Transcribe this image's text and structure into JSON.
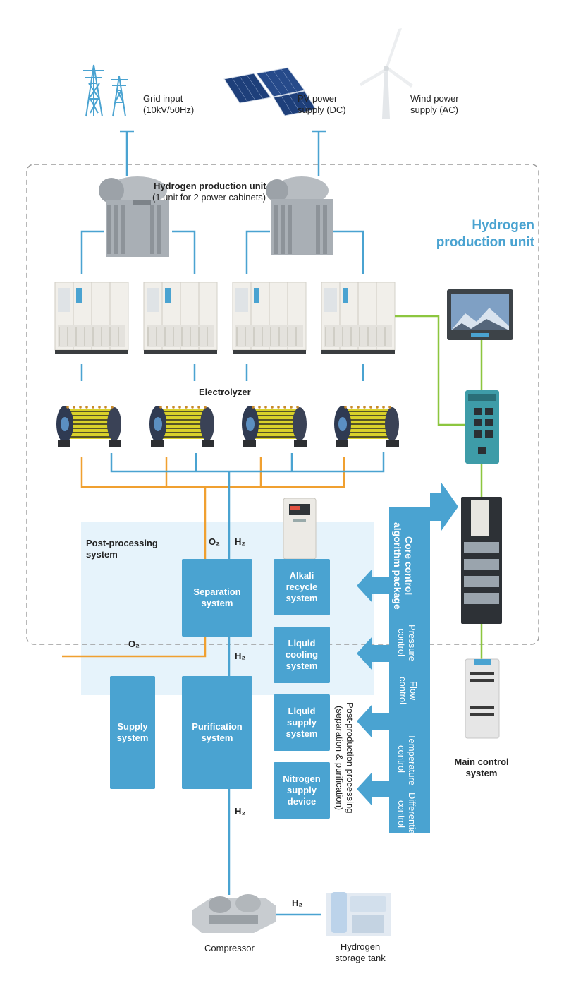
{
  "sources": {
    "grid": "Grid input\n(10kV/50Hz)",
    "pv": "PV power\nsupply (DC)",
    "wind": "Wind power\nsupply (AC)"
  },
  "unit_area": {
    "title": "Hydrogen\nproduction unit",
    "transformer_note_title": "Hydrogen production unit",
    "transformer_note_sub": "(1 unit for 2 power cabinets)",
    "electrolyzer_label": "Electrolyzer"
  },
  "post": {
    "title": "Post-processing\nsystem",
    "o2_top": "O₂",
    "h2_top": "H₂",
    "o2_side": "O₂",
    "h2_mid": "H₂",
    "h2_bottom": "H₂",
    "separation": "Separation\nsystem",
    "purification": "Purification\nsystem",
    "supply": "Supply\nsystem",
    "alkali": "Alkali\nrecycle\nsystem",
    "cooling": "Liquid\ncooling\nsystem",
    "liquid_supply": "Liquid\nsupply\nsystem",
    "nitrogen": "Nitrogen\nsupply\ndevice",
    "post_production": "Post-production processing\n(separation & purification)"
  },
  "control_bar": {
    "title": "Core control\nalgorithm package",
    "pressure": "Pressure\ncontrol",
    "flow": "Flow\ncontrol",
    "temperature": "Temperature\ncontrol",
    "differential": "Differential\ncontrol"
  },
  "main_control": "Main control\nsystem",
  "bottom": {
    "compressor": "Compressor",
    "h2": "H₂",
    "tank": "Hydrogen\nstorage tank"
  },
  "colors": {
    "blue": "#4aa3d1",
    "orange": "#f0a030",
    "green": "#8cc63f",
    "panel": "#e6f3fb",
    "dash": "#9a9a9a"
  }
}
